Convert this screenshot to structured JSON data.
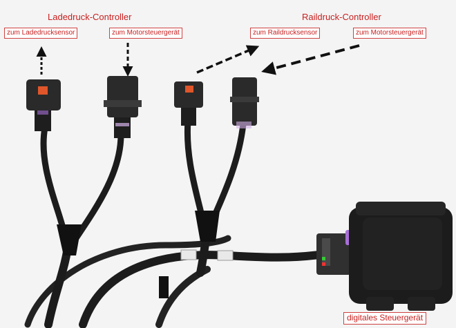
{
  "labels": {
    "ladedruck_title": "Ladedruck-Controller",
    "ladedruck_sensor": "zum Ladedrucksensor",
    "ladedruck_motor": "zum Motorsteuergerät",
    "raildruck_title": "Raildruck-Controller",
    "raildruck_sensor": "zum Raildrucksensor",
    "raildruck_motor": "zum Motorsteuergerät",
    "ecu": "digitales Steuergerät"
  },
  "colors": {
    "label_text": "#c81e1e",
    "label_border": "#d04040",
    "cable": "#1c1c1c",
    "connector": "#2a2a2a",
    "accent_orange": "#e0562a",
    "accent_purple": "#a86fd8"
  }
}
